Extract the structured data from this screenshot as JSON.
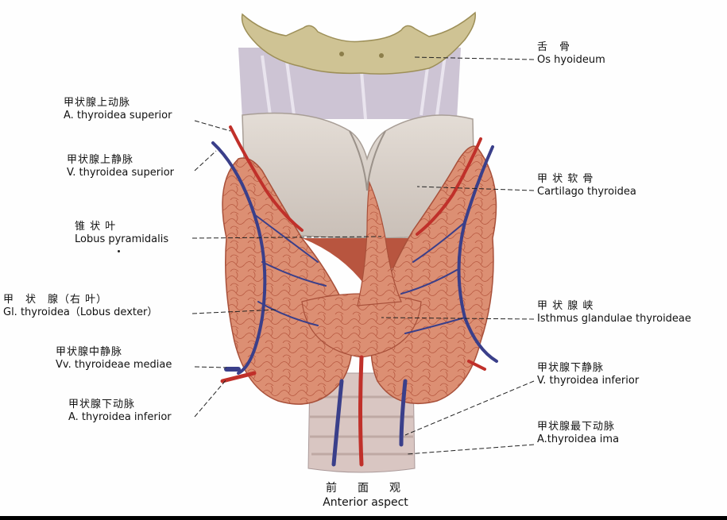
{
  "labels": {
    "os_hyoideum": {
      "zh": "舌　骨",
      "la": "Os hyoideum"
    },
    "a_thyroidea_superior": {
      "zh": "甲状腺上动脉",
      "la": "A. thyroidea superior"
    },
    "v_thyroidea_superior": {
      "zh": "甲状腺上静脉",
      "la": "V. thyroidea superior"
    },
    "cartilago_thyroidea": {
      "zh": "甲 状 软 骨",
      "la": "Cartilago thyroidea"
    },
    "lobus_pyramidalis": {
      "zh": "锥 状 叶",
      "la": "Lobus pyramidalis"
    },
    "lobus_dexter": {
      "zh": "甲　状　腺（右 叶）",
      "la": "Gl. thyroidea（Lobus dexter）"
    },
    "isthmus": {
      "zh": "甲 状 腺 峡",
      "la": "Isthmus glandulae thyroideae"
    },
    "vv_thyroideae_mediae": {
      "zh": "甲状腺中静脉",
      "la": "Vv. thyroideae mediae"
    },
    "v_thyroidea_inferior": {
      "zh": "甲状腺下静脉",
      "la": "V. thyroidea inferior"
    },
    "a_thyroidea_inferior": {
      "zh": "甲状腺下动脉",
      "la": "A. thyroidea inferior"
    },
    "a_thyroidea_ima": {
      "zh": "甲状腺最下动脉",
      "la": "A.thyroidea ima"
    }
  },
  "caption": {
    "zh": "前　面　观",
    "la": "Anterior aspect"
  },
  "colors": {
    "gland": "#d98a6e",
    "gland_dark": "#b9573f",
    "cartilage": "#d7d0c8",
    "hyoid": "#cfc394",
    "artery": "#c0302a",
    "vein": "#3a3f8a",
    "trachea": "#d9c6c2"
  }
}
